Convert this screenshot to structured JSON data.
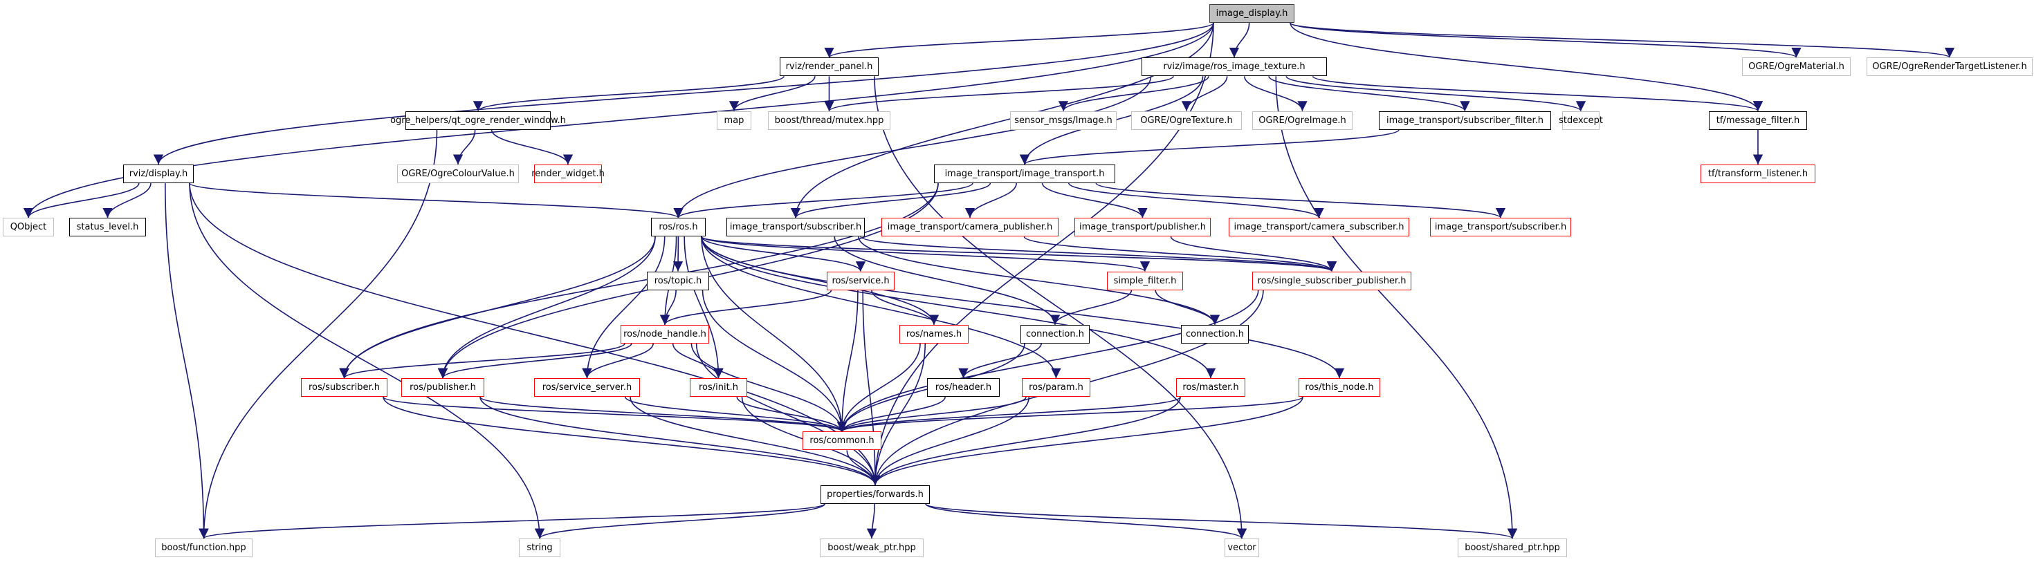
{
  "title": "image_display.h include dependency graph",
  "colors": {
    "edge": "#191970",
    "root_fill": "#bfbfbf",
    "documented_border": "#000000",
    "truncated_border": "#ff0000",
    "undocumented_border": "#bfbfbf"
  },
  "nodes": [
    {
      "id": "n0",
      "label": "image_display.h",
      "kind": "root"
    },
    {
      "id": "n1",
      "label": "rviz/render_panel.h",
      "kind": "normal"
    },
    {
      "id": "n2",
      "label": "rviz/image/ros_image_texture.h",
      "kind": "normal"
    },
    {
      "id": "n3",
      "label": "OGRE/OgreMaterial.h",
      "kind": "missing"
    },
    {
      "id": "n4",
      "label": "OGRE/OgreRenderTargetListener.h",
      "kind": "missing"
    },
    {
      "id": "n5",
      "label": "ogre_helpers/qt_ogre_render_window.h",
      "kind": "normal"
    },
    {
      "id": "n6",
      "label": "map",
      "kind": "missing"
    },
    {
      "id": "n7",
      "label": "boost/thread/mutex.hpp",
      "kind": "missing"
    },
    {
      "id": "n8",
      "label": "sensor_msgs/Image.h",
      "kind": "missing"
    },
    {
      "id": "n9",
      "label": "OGRE/OgreTexture.h",
      "kind": "missing"
    },
    {
      "id": "n10",
      "label": "OGRE/OgreImage.h",
      "kind": "missing"
    },
    {
      "id": "n11",
      "label": "image_transport/subscriber_filter.h",
      "kind": "normal"
    },
    {
      "id": "n12",
      "label": "stdexcept",
      "kind": "missing"
    },
    {
      "id": "n13",
      "label": "tf/message_filter.h",
      "kind": "normal"
    },
    {
      "id": "n14",
      "label": "rviz/display.h",
      "kind": "normal"
    },
    {
      "id": "n15",
      "label": "OGRE/OgreColourValue.h",
      "kind": "missing"
    },
    {
      "id": "n16",
      "label": "render_widget.h",
      "kind": "red"
    },
    {
      "id": "n17",
      "label": "image_transport/image_transport.h",
      "kind": "normal"
    },
    {
      "id": "n18",
      "label": "tf/transform_listener.h",
      "kind": "red"
    },
    {
      "id": "n19",
      "label": "QObject",
      "kind": "missing"
    },
    {
      "id": "n20",
      "label": "status_level.h",
      "kind": "normal"
    },
    {
      "id": "n21",
      "label": "ros/ros.h",
      "kind": "normal"
    },
    {
      "id": "n22",
      "label": "image_transport/subscriber.h",
      "kind": "normal"
    },
    {
      "id": "n23",
      "label": "image_transport/camera_publisher.h",
      "kind": "red"
    },
    {
      "id": "n24",
      "label": "image_transport/publisher.h",
      "kind": "red"
    },
    {
      "id": "n25",
      "label": "image_transport/camera_subscriber.h",
      "kind": "red"
    },
    {
      "id": "n26",
      "label": "image_transport/subscriber.h",
      "kind": "red"
    },
    {
      "id": "n27",
      "label": "ros/topic.h",
      "kind": "normal"
    },
    {
      "id": "n28",
      "label": "ros/service.h",
      "kind": "red"
    },
    {
      "id": "n29",
      "label": "simple_filter.h",
      "kind": "red"
    },
    {
      "id": "n30",
      "label": "ros/single_subscriber_publisher.h",
      "kind": "red"
    },
    {
      "id": "n31",
      "label": "ros/node_handle.h",
      "kind": "red"
    },
    {
      "id": "n32",
      "label": "ros/names.h",
      "kind": "red"
    },
    {
      "id": "n33",
      "label": "connection.h",
      "kind": "normal"
    },
    {
      "id": "n34",
      "label": "connection.h",
      "kind": "normal"
    },
    {
      "id": "n35",
      "label": "ros/subscriber.h",
      "kind": "red"
    },
    {
      "id": "n36",
      "label": "ros/publisher.h",
      "kind": "red"
    },
    {
      "id": "n37",
      "label": "ros/service_server.h",
      "kind": "red"
    },
    {
      "id": "n38",
      "label": "ros/init.h",
      "kind": "red"
    },
    {
      "id": "n39",
      "label": "ros/header.h",
      "kind": "normal"
    },
    {
      "id": "n40",
      "label": "ros/param.h",
      "kind": "red"
    },
    {
      "id": "n41",
      "label": "ros/master.h",
      "kind": "red"
    },
    {
      "id": "n42",
      "label": "ros/this_node.h",
      "kind": "red"
    },
    {
      "id": "n43",
      "label": "ros/common.h",
      "kind": "red"
    },
    {
      "id": "n44",
      "label": "properties/forwards.h",
      "kind": "normal"
    },
    {
      "id": "n45",
      "label": "boost/function.hpp",
      "kind": "missing"
    },
    {
      "id": "n46",
      "label": "string",
      "kind": "missing"
    },
    {
      "id": "n47",
      "label": "boost/weak_ptr.hpp",
      "kind": "missing"
    },
    {
      "id": "n48",
      "label": "vector",
      "kind": "missing"
    },
    {
      "id": "n49",
      "label": "boost/shared_ptr.hpp",
      "kind": "missing"
    }
  ],
  "edges": [
    [
      "n0",
      "n1"
    ],
    [
      "n0",
      "n2"
    ],
    [
      "n0",
      "n3"
    ],
    [
      "n0",
      "n4"
    ],
    [
      "n0",
      "n14"
    ],
    [
      "n0",
      "n19"
    ],
    [
      "n0",
      "n13"
    ],
    [
      "n0",
      "n22"
    ],
    [
      "n0",
      "n44"
    ],
    [
      "n1",
      "n5"
    ],
    [
      "n1",
      "n6"
    ],
    [
      "n1",
      "n7"
    ],
    [
      "n1",
      "n48"
    ],
    [
      "n2",
      "n7"
    ],
    [
      "n2",
      "n8"
    ],
    [
      "n2",
      "n9"
    ],
    [
      "n2",
      "n10"
    ],
    [
      "n2",
      "n11"
    ],
    [
      "n2",
      "n12"
    ],
    [
      "n2",
      "n13"
    ],
    [
      "n2",
      "n17"
    ],
    [
      "n2",
      "n21"
    ],
    [
      "n2",
      "n49"
    ],
    [
      "n5",
      "n15"
    ],
    [
      "n5",
      "n16"
    ],
    [
      "n5",
      "n45"
    ],
    [
      "n11",
      "n17"
    ],
    [
      "n13",
      "n18"
    ],
    [
      "n14",
      "n19"
    ],
    [
      "n14",
      "n20"
    ],
    [
      "n14",
      "n21"
    ],
    [
      "n14",
      "n44"
    ],
    [
      "n14",
      "n45"
    ],
    [
      "n14",
      "n46"
    ],
    [
      "n17",
      "n21"
    ],
    [
      "n17",
      "n22"
    ],
    [
      "n17",
      "n23"
    ],
    [
      "n17",
      "n24"
    ],
    [
      "n17",
      "n25"
    ],
    [
      "n17",
      "n26"
    ],
    [
      "n17",
      "n35"
    ],
    [
      "n17",
      "n36"
    ],
    [
      "n21",
      "n27"
    ],
    [
      "n21",
      "n28"
    ],
    [
      "n21",
      "n31"
    ],
    [
      "n21",
      "n32"
    ],
    [
      "n21",
      "n35"
    ],
    [
      "n21",
      "n36"
    ],
    [
      "n21",
      "n37"
    ],
    [
      "n21",
      "n38"
    ],
    [
      "n21",
      "n40"
    ],
    [
      "n21",
      "n41"
    ],
    [
      "n21",
      "n42"
    ],
    [
      "n21",
      "n43"
    ],
    [
      "n21",
      "n30"
    ],
    [
      "n21",
      "n29"
    ],
    [
      "n22",
      "n30"
    ],
    [
      "n22",
      "n33"
    ],
    [
      "n22",
      "n34"
    ],
    [
      "n23",
      "n30"
    ],
    [
      "n24",
      "n30"
    ],
    [
      "n27",
      "n31"
    ],
    [
      "n27",
      "n43"
    ],
    [
      "n28",
      "n31"
    ],
    [
      "n28",
      "n32"
    ],
    [
      "n28",
      "n43"
    ],
    [
      "n28",
      "n44"
    ],
    [
      "n29",
      "n33"
    ],
    [
      "n29",
      "n34"
    ],
    [
      "n30",
      "n43"
    ],
    [
      "n30",
      "n44"
    ],
    [
      "n31",
      "n35"
    ],
    [
      "n31",
      "n36"
    ],
    [
      "n31",
      "n37"
    ],
    [
      "n31",
      "n38"
    ],
    [
      "n31",
      "n43"
    ],
    [
      "n31",
      "n44"
    ],
    [
      "n32",
      "n43"
    ],
    [
      "n32",
      "n44"
    ],
    [
      "n33",
      "n39"
    ],
    [
      "n33",
      "n43"
    ],
    [
      "n35",
      "n43"
    ],
    [
      "n35",
      "n44"
    ],
    [
      "n36",
      "n43"
    ],
    [
      "n36",
      "n44"
    ],
    [
      "n37",
      "n43"
    ],
    [
      "n37",
      "n44"
    ],
    [
      "n38",
      "n43"
    ],
    [
      "n38",
      "n44"
    ],
    [
      "n39",
      "n43"
    ],
    [
      "n40",
      "n43"
    ],
    [
      "n40",
      "n44"
    ],
    [
      "n41",
      "n43"
    ],
    [
      "n41",
      "n44"
    ],
    [
      "n42",
      "n43"
    ],
    [
      "n42",
      "n44"
    ],
    [
      "n43",
      "n44"
    ],
    [
      "n44",
      "n45"
    ],
    [
      "n44",
      "n46"
    ],
    [
      "n44",
      "n47"
    ],
    [
      "n44",
      "n48"
    ],
    [
      "n44",
      "n49"
    ]
  ]
}
